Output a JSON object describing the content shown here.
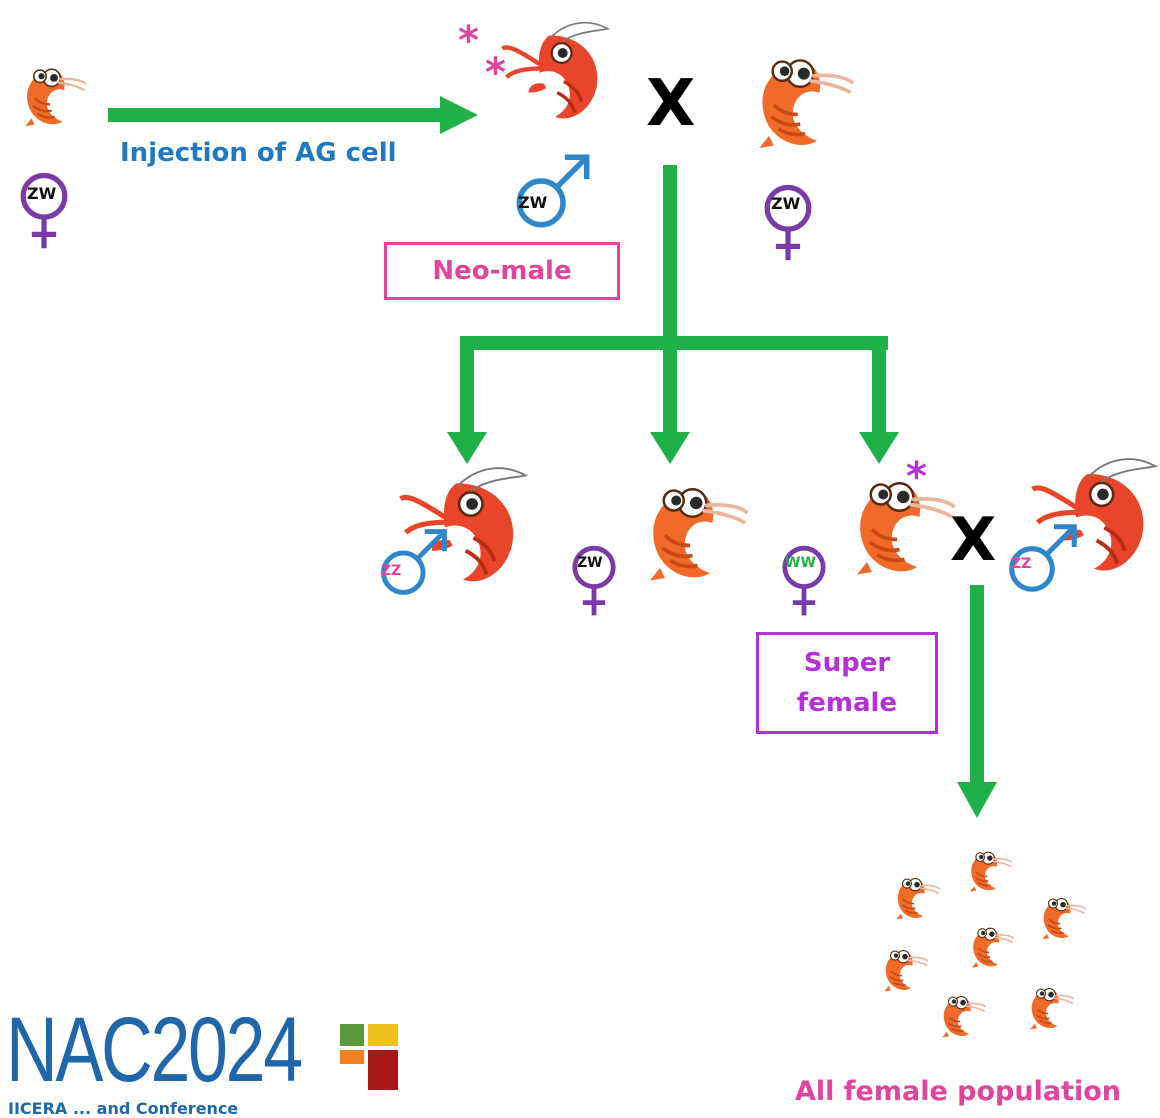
{
  "labels": {
    "injection": "Injection of AG cell",
    "neo_male": "Neo-male",
    "super_female_line1": "Super",
    "super_female_line2": "female",
    "all_female": "All female population",
    "cross": "X",
    "asterisk": "*"
  },
  "genotypes": {
    "g1": "ZW",
    "g2": "ZW",
    "g3": "ZW",
    "g4": "ZZ",
    "g5": "ZW",
    "g6": "WW",
    "g7": "ZZ"
  },
  "logo": {
    "text": "NAC2024",
    "subtext": "IICERA ... and Conference"
  },
  "colors": {
    "arrow": "#1fb04a",
    "injection_text": "#1f78c1",
    "neo_male": "#e0459b",
    "super_female": "#b531d6",
    "all_female": "#e0459b",
    "female_symbol": "#7a3aa8",
    "male_symbol": "#2f86c8",
    "shrimp_body": "#f06a2a",
    "shrimp_male": "#e8452a",
    "logo": "#1f67a8"
  },
  "icons": [
    "shrimp-icon",
    "female-symbol-icon",
    "male-symbol-icon",
    "arrow-icon"
  ]
}
